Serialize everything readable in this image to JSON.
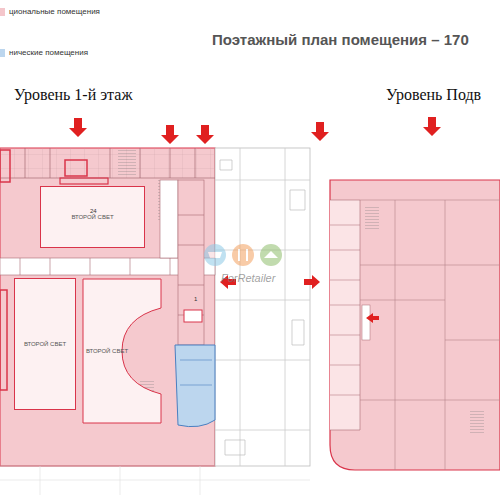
{
  "diagram": {
    "title": "Поэтажный план помещения – 170",
    "nodes": [
      {
        "text": [
          "Уровень 1-й этаж"
        ]
      },
      {
        "text": [
          "ВТОРОЙ СВЕТ"
        ],
        "in": 0
      },
      {
        "text": [
          "ВТОРОЙ СВЕТ"
        ],
        "in": 0
      },
      {
        "text": [
          "ВТОРОЙ СВЕТ"
        ],
        "in": 0
      },
      {
        "text": [
          "Уровень Подв"
        ]
      }
    ],
    "labels": [
      "ForRetailer",
      "24",
      "1"
    ],
    "legend": [
      {
        "text": "циональные помещения",
        "color": "#f4c6cb"
      },
      {
        "text": "нические помещения",
        "color": "#bcd6ee"
      }
    ]
  }
}
